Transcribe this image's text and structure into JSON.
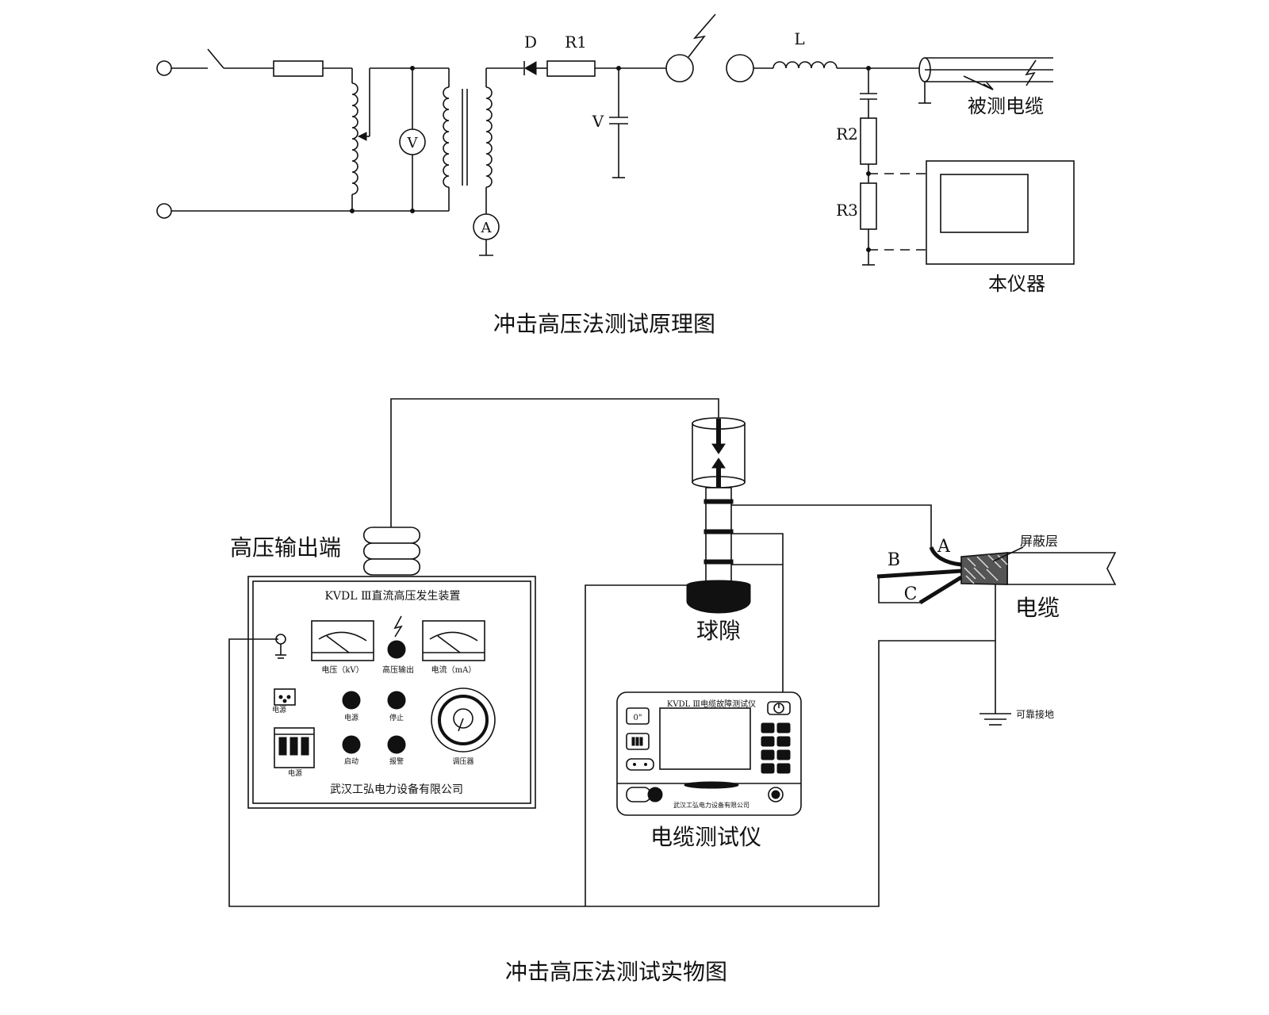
{
  "schematic": {
    "labels": {
      "D": "D",
      "R1": "R1",
      "L": "L",
      "V": "V",
      "R2": "R2",
      "R3": "R3",
      "voltmeter": "V",
      "ammeter": "A",
      "cable": "被测电缆",
      "instrument": "本仪器"
    },
    "caption": "冲击高压法测试原理图"
  },
  "physical": {
    "hv_output": "高压输出端",
    "generator": {
      "title": "KVDL Ⅲ直流高压发生装置",
      "meter_voltage": "电压（kV）",
      "meter_current": "电流（mA）",
      "hv_button": "高压输出",
      "power_socket": "电源",
      "breaker": "电源",
      "btn_power": "电源",
      "btn_stop": "停止",
      "btn_start": "启动",
      "btn_alarm": "报警",
      "knob": "调压器",
      "company": "武汉工弘电力设备有限公司"
    },
    "ball_gap": "球隙",
    "tester": {
      "title": "KVDL Ⅲ电缆故障测试仪",
      "bottom_text": "武汉工弘电力设备有限公司",
      "name": "电缆测试仪"
    },
    "cable": {
      "name": "电缆",
      "shield": "屏蔽层",
      "core_a": "A",
      "core_b": "B",
      "core_c": "C",
      "ground": "可靠接地"
    },
    "caption": "冲击高压法测试实物图"
  }
}
